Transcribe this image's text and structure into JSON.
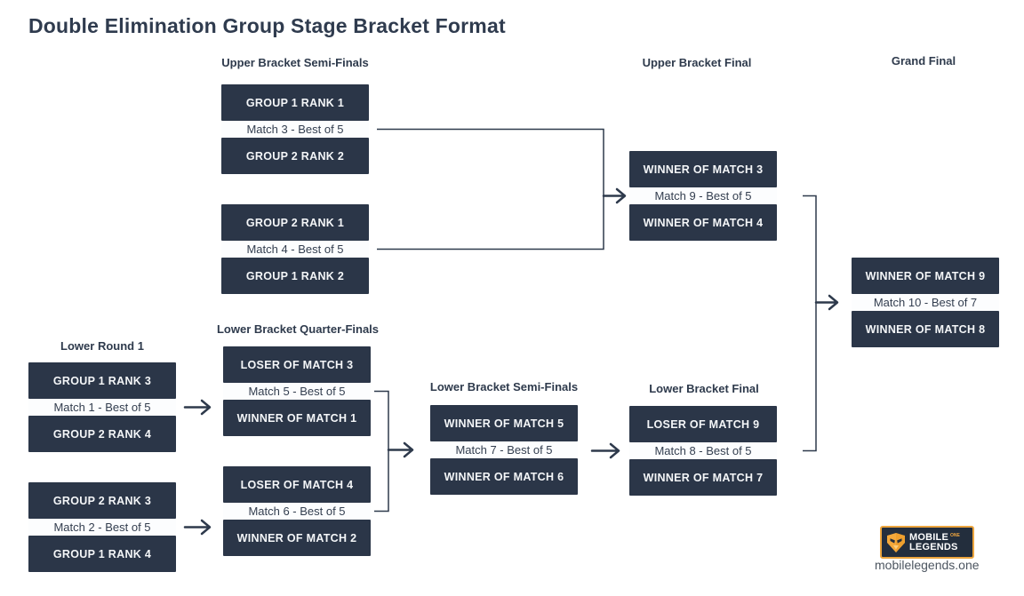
{
  "title": "Double Elimination Group Stage Bracket Format",
  "colors": {
    "box_background": "#2B3648",
    "box_text": "#F4F6F8",
    "line": "#2E3A4C",
    "heading": "#2F3B4E",
    "logo_gold": "#ECA53E",
    "logo_background": "#232E3D"
  },
  "sections": {
    "upper_semis": {
      "header": "Upper Bracket Semi-Finals",
      "matches": [
        {
          "top": "GROUP 1 RANK 1",
          "label": "Match 3 - Best of 5",
          "bottom": "GROUP 2 RANK 2"
        },
        {
          "top": "GROUP 2 RANK 1",
          "label": "Match 4 - Best of 5",
          "bottom": "GROUP 1 RANK 2"
        }
      ]
    },
    "upper_final": {
      "header": "Upper Bracket Final",
      "matches": [
        {
          "top": "WINNER OF MATCH 3",
          "label": "Match 9 - Best of 5",
          "bottom": "WINNER OF MATCH 4"
        }
      ]
    },
    "grand_final": {
      "header": "Grand Final",
      "matches": [
        {
          "top": "WINNER OF MATCH 9",
          "label": "Match 10 - Best of 7",
          "bottom": "WINNER OF MATCH 8"
        }
      ]
    },
    "lower_round1": {
      "header": "Lower Round 1",
      "matches": [
        {
          "top": "GROUP 1 RANK 3",
          "label": "Match 1 - Best of 5",
          "bottom": "GROUP 2 RANK 4"
        },
        {
          "top": "GROUP 2 RANK 3",
          "label": "Match 2 - Best of 5",
          "bottom": "GROUP 1 RANK 4"
        }
      ]
    },
    "lower_qf": {
      "header": "Lower Bracket Quarter-Finals",
      "matches": [
        {
          "top": "LOSER OF MATCH 3",
          "label": "Match 5 - Best of 5",
          "bottom": "WINNER OF MATCH 1"
        },
        {
          "top": "LOSER OF MATCH 4",
          "label": "Match 6 - Best of 5",
          "bottom": "WINNER OF MATCH 2"
        }
      ]
    },
    "lower_sf": {
      "header": "Lower Bracket Semi-Finals",
      "matches": [
        {
          "top": "WINNER OF MATCH 5",
          "label": "Match 7 - Best of 5",
          "bottom": "WINNER OF MATCH 6"
        }
      ]
    },
    "lower_final": {
      "header": "Lower Bracket Final",
      "matches": [
        {
          "top": "LOSER OF MATCH 9",
          "label": "Match 8 - Best of 5",
          "bottom": "WINNER OF MATCH 7"
        }
      ]
    }
  },
  "branding": {
    "logo_line1": "MOBILE",
    "logo_badge": "ONE",
    "logo_line2": "LEGENDS",
    "website": "mobilelegends.one"
  }
}
